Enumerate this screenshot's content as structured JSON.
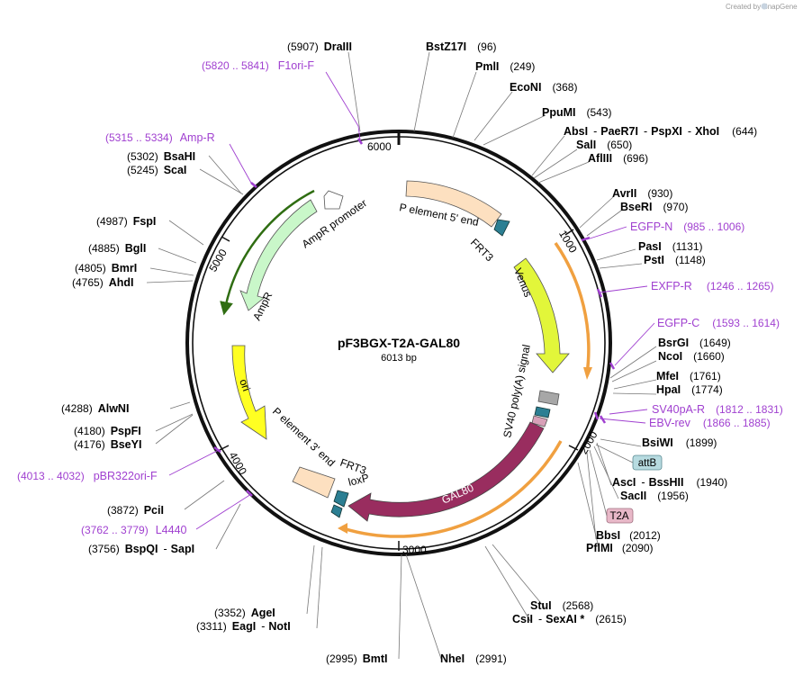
{
  "credit": "Created by SnapGene",
  "plasmid": {
    "name": "pF3BGX-T2A-GAL80",
    "size": "6013 bp"
  },
  "ruler": [
    "1000",
    "2000",
    "3000",
    "4000",
    "5000",
    "6000"
  ],
  "features": [
    {
      "name": "P element 5' end"
    },
    {
      "name": "FRT3"
    },
    {
      "name": "Venus"
    },
    {
      "name": "SV40 poly(A) signal"
    },
    {
      "name": "GAL80"
    },
    {
      "name": "loxP"
    },
    {
      "name": "FRT3"
    },
    {
      "name": "P element 3' end"
    },
    {
      "name": "ori"
    },
    {
      "name": "AmpR"
    },
    {
      "name": "AmpR promoter"
    }
  ],
  "boxes": [
    {
      "name": "attB"
    },
    {
      "name": "T2A"
    }
  ],
  "sites": [
    {
      "parts": [
        {
          "k": "p",
          "t": "(5907)"
        },
        {
          "k": "e",
          "t": "DraIII"
        }
      ]
    },
    {
      "parts": [
        {
          "k": "e",
          "t": "BstZ17I"
        },
        {
          "k": "p",
          "t": "(96)"
        }
      ]
    },
    {
      "parts": [
        {
          "k": "e",
          "t": "PmlI"
        },
        {
          "k": "p",
          "t": "(249)"
        }
      ]
    },
    {
      "parts": [
        {
          "k": "e",
          "t": "EcoNI"
        },
        {
          "k": "p",
          "t": "(368)"
        }
      ]
    },
    {
      "parts": [
        {
          "k": "e",
          "t": "PpuMI"
        },
        {
          "k": "p",
          "t": "(543)"
        }
      ]
    },
    {
      "parts": [
        {
          "k": "e",
          "t": "AbsI"
        },
        {
          "k": "s",
          "t": "-"
        },
        {
          "k": "e",
          "t": "PaeR7I"
        },
        {
          "k": "s",
          "t": "-"
        },
        {
          "k": "e",
          "t": "PspXI"
        },
        {
          "k": "s",
          "t": "-"
        },
        {
          "k": "e",
          "t": "XhoI"
        },
        {
          "k": "p",
          "t": "(644)"
        }
      ]
    },
    {
      "parts": [
        {
          "k": "e",
          "t": "SalI"
        },
        {
          "k": "p",
          "t": "(650)"
        }
      ]
    },
    {
      "parts": [
        {
          "k": "e",
          "t": "AflIII"
        },
        {
          "k": "p",
          "t": "(696)"
        }
      ]
    },
    {
      "parts": [
        {
          "k": "e",
          "t": "AvrII"
        },
        {
          "k": "p",
          "t": "(930)"
        }
      ]
    },
    {
      "parts": [
        {
          "k": "e",
          "t": "BseRI"
        },
        {
          "k": "p",
          "t": "(970)"
        }
      ]
    },
    {
      "parts": [
        {
          "k": "e",
          "t": "PasI"
        },
        {
          "k": "p",
          "t": "(1131)"
        }
      ]
    },
    {
      "parts": [
        {
          "k": "e",
          "t": "PstI"
        },
        {
          "k": "p",
          "t": "(1148)"
        }
      ]
    },
    {
      "parts": [
        {
          "k": "e",
          "t": "BsrGI"
        },
        {
          "k": "p",
          "t": "(1649)"
        }
      ]
    },
    {
      "parts": [
        {
          "k": "e",
          "t": "NcoI"
        },
        {
          "k": "p",
          "t": "(1660)"
        }
      ]
    },
    {
      "parts": [
        {
          "k": "e",
          "t": "MfeI"
        },
        {
          "k": "p",
          "t": "(1761)"
        }
      ]
    },
    {
      "parts": [
        {
          "k": "e",
          "t": "HpaI"
        },
        {
          "k": "p",
          "t": "(1774)"
        }
      ]
    },
    {
      "parts": [
        {
          "k": "e",
          "t": "BsiWI"
        },
        {
          "k": "p",
          "t": "(1899)"
        }
      ]
    },
    {
      "parts": [
        {
          "k": "e",
          "t": "AscI"
        },
        {
          "k": "s",
          "t": "-"
        },
        {
          "k": "e",
          "t": "BssHII"
        },
        {
          "k": "p",
          "t": "(1940)"
        }
      ]
    },
    {
      "parts": [
        {
          "k": "e",
          "t": "SacII"
        },
        {
          "k": "p",
          "t": "(1956)"
        }
      ]
    },
    {
      "parts": [
        {
          "k": "e",
          "t": "BbsI"
        },
        {
          "k": "p",
          "t": "(2012)"
        }
      ]
    },
    {
      "parts": [
        {
          "k": "e",
          "t": "PflMI"
        },
        {
          "k": "p",
          "t": "(2090)"
        }
      ]
    },
    {
      "parts": [
        {
          "k": "e",
          "t": "StuI"
        },
        {
          "k": "p",
          "t": "(2568)"
        }
      ]
    },
    {
      "parts": [
        {
          "k": "e",
          "t": "CsiI"
        },
        {
          "k": "s",
          "t": "-"
        },
        {
          "k": "e",
          "t": "SexAI *"
        },
        {
          "k": "p",
          "t": "(2615)"
        }
      ]
    },
    {
      "parts": [
        {
          "k": "e",
          "t": "NheI"
        },
        {
          "k": "p",
          "t": "(2991)"
        }
      ]
    },
    {
      "parts": [
        {
          "k": "p",
          "t": "(2995)"
        },
        {
          "k": "e",
          "t": "BmtI"
        }
      ]
    },
    {
      "parts": [
        {
          "k": "p",
          "t": "(3311)"
        },
        {
          "k": "e",
          "t": "EagI"
        },
        {
          "k": "s",
          "t": "-"
        },
        {
          "k": "e",
          "t": "NotI"
        }
      ]
    },
    {
      "parts": [
        {
          "k": "p",
          "t": "(3352)"
        },
        {
          "k": "e",
          "t": "AgeI"
        }
      ]
    },
    {
      "parts": [
        {
          "k": "p",
          "t": "(3756)"
        },
        {
          "k": "e",
          "t": "BspQI"
        },
        {
          "k": "s",
          "t": "-"
        },
        {
          "k": "e",
          "t": "SapI"
        }
      ]
    },
    {
      "parts": [
        {
          "k": "p",
          "t": "(3872)"
        },
        {
          "k": "e",
          "t": "PciI"
        }
      ]
    },
    {
      "parts": [
        {
          "k": "p",
          "t": "(4176)"
        },
        {
          "k": "e",
          "t": "BseYI"
        }
      ]
    },
    {
      "parts": [
        {
          "k": "p",
          "t": "(4180)"
        },
        {
          "k": "e",
          "t": "PspFI"
        }
      ]
    },
    {
      "parts": [
        {
          "k": "p",
          "t": "(4288)"
        },
        {
          "k": "e",
          "t": "AlwNI"
        }
      ]
    },
    {
      "parts": [
        {
          "k": "p",
          "t": "(4765)"
        },
        {
          "k": "e",
          "t": "AhdI"
        }
      ]
    },
    {
      "parts": [
        {
          "k": "p",
          "t": "(4805)"
        },
        {
          "k": "e",
          "t": "BmrI"
        }
      ]
    },
    {
      "parts": [
        {
          "k": "p",
          "t": "(4885)"
        },
        {
          "k": "e",
          "t": "BglI"
        }
      ]
    },
    {
      "parts": [
        {
          "k": "p",
          "t": "(4987)"
        },
        {
          "k": "e",
          "t": "FspI"
        }
      ]
    },
    {
      "parts": [
        {
          "k": "p",
          "t": "(5245)"
        },
        {
          "k": "e",
          "t": "ScaI"
        }
      ]
    },
    {
      "parts": [
        {
          "k": "p",
          "t": "(5302)"
        },
        {
          "k": "e",
          "t": "BsaHI"
        }
      ]
    }
  ],
  "primers": [
    {
      "name": "F1ori-F",
      "range": "(5820 .. 5841)"
    },
    {
      "name": "Amp-R",
      "range": "(5315 .. 5334)"
    },
    {
      "name": "EGFP-N",
      "range": "(985 .. 1006)"
    },
    {
      "name": "EXFP-R",
      "range": "(1246 .. 1265)"
    },
    {
      "name": "EGFP-C",
      "range": "(1593 .. 1614)"
    },
    {
      "name": "SV40pA-R",
      "range": "(1812 .. 1831)"
    },
    {
      "name": "EBV-rev",
      "range": "(1866 .. 1885)"
    },
    {
      "name": "L4440",
      "range": "(3762 .. 3779)"
    },
    {
      "name": "pBR322ori-F",
      "range": "(4013 .. 4032)"
    }
  ],
  "colors": {
    "backbone": "#111111",
    "primer": "#a040d0",
    "p_element": "#fde0c0",
    "frt": "#2c7f93",
    "venus": "#e2f63a",
    "sv40": "#a7a7a7",
    "gal80": "#992d5f",
    "ori": "#ffff22",
    "ampr": "#c9f7c9",
    "ampr_promoter": "#ffffff",
    "orf_track": "#f0a040",
    "attb_box": "#b7dbe0",
    "t2a_box": "#e8b8c8"
  }
}
